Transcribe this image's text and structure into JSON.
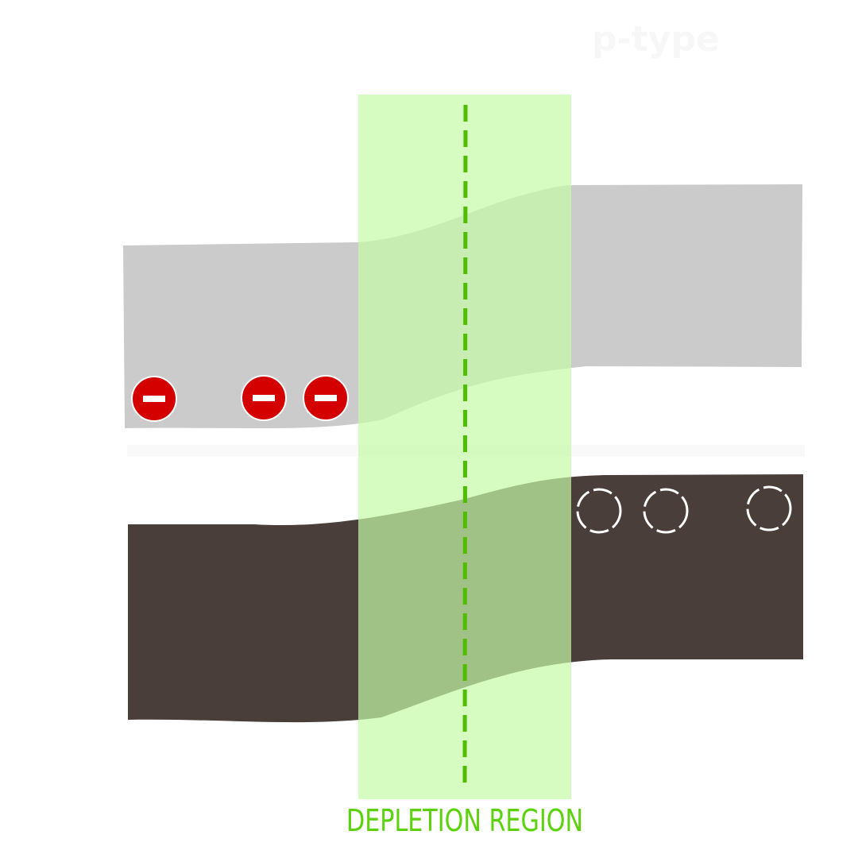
{
  "labels": {
    "p_type": "p-type",
    "depletion_region": "DEPLETION REGION"
  },
  "colors": {
    "conduction_band": "#cbcbcb",
    "valence_band": "#4a3e3a",
    "depletion_fill": "#c6fba8",
    "junction_line": "#4fbd00",
    "depletion_label": "#5bd20c",
    "electron": "#d40000",
    "hole_outline": "#ffffff",
    "p_type_label": "#f7f7f7",
    "fermi_strip": "#f9f9f9"
  },
  "carriers": {
    "electrons": {
      "count": 3,
      "symbol": "minus",
      "icon": "electron-icon"
    },
    "holes": {
      "count": 3,
      "symbol": "dashed-circle",
      "icon": "hole-icon"
    }
  }
}
